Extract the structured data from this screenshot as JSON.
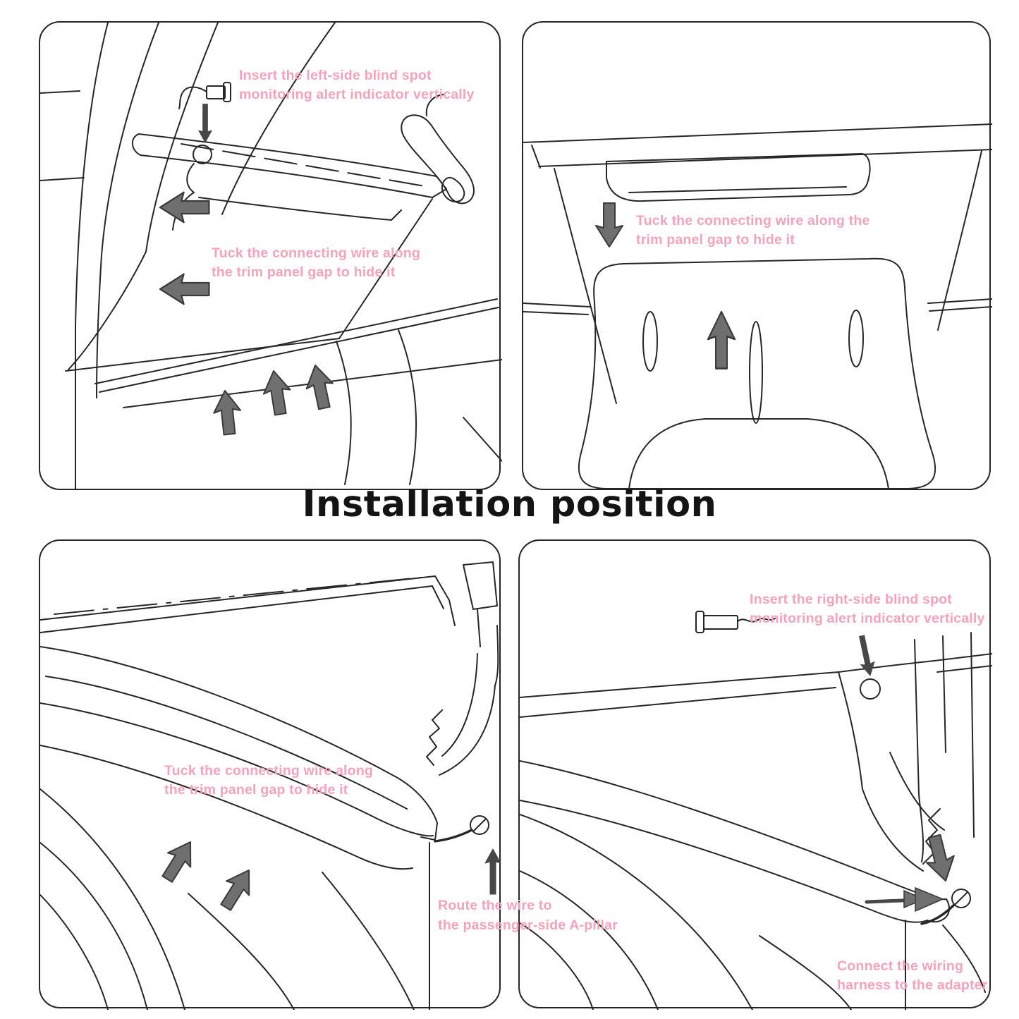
{
  "title": "Installation position",
  "colors": {
    "annotation_pink": "#F5A3BB",
    "line_art": "#262626",
    "arrow_fill": "#6F6F6F",
    "arrow_outline": "#3A3A3A",
    "thin_arrow": "#474747",
    "title_text": "#141414",
    "background": "#FFFFFF"
  },
  "panels": {
    "top_left": {
      "insert_note": [
        "Insert the left-side blind spot",
        "monitoring alert indicator vertically"
      ],
      "tuck_note": [
        "Tuck the connecting wire along",
        "the trim panel gap to hide it"
      ]
    },
    "top_right": {
      "tuck_note": [
        "Tuck the connecting wire along the",
        "trim panel gap to hide it"
      ]
    },
    "bottom_left": {
      "tuck_note": [
        "Tuck the connecting wire along",
        "the trim panel gap to hide it"
      ],
      "route_note": [
        "Route the wire to",
        "the passenger-side A-pillar"
      ]
    },
    "bottom_right": {
      "insert_note": [
        "Insert the right-side blind spot",
        "monitoring alert indicator vertically"
      ],
      "connect_note": [
        "Connect the wiring",
        "harness to the adapter"
      ]
    }
  }
}
